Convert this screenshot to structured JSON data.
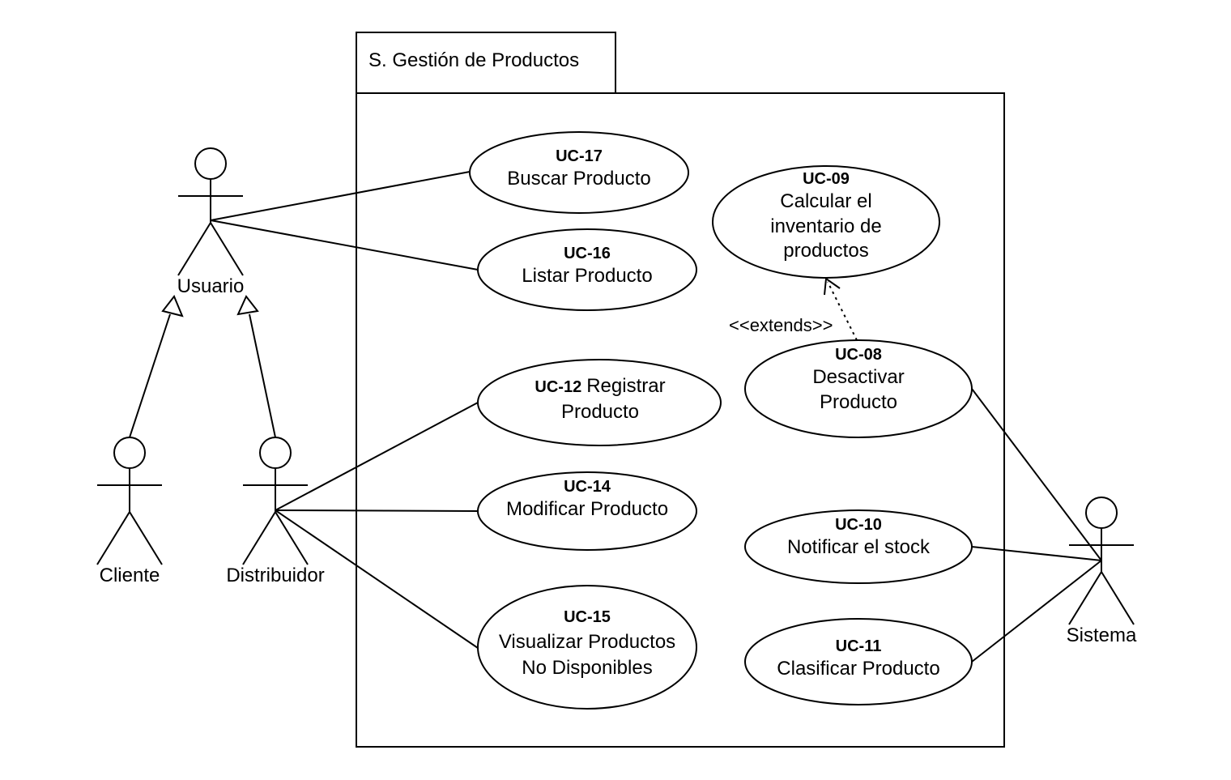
{
  "package": {
    "title": "S. Gestión de Productos"
  },
  "actors": {
    "usuario": {
      "label": "Usuario"
    },
    "cliente": {
      "label": "Cliente"
    },
    "distribuidor": {
      "label": "Distribuidor"
    },
    "sistema": {
      "label": "Sistema"
    }
  },
  "use_cases": {
    "uc17": {
      "id": "UC-17",
      "name": "Buscar Producto"
    },
    "uc16": {
      "id": "UC-16",
      "name": "Listar Producto"
    },
    "uc12": {
      "id": "UC-12",
      "name_line1": "Registrar",
      "name_line2": "Producto"
    },
    "uc14": {
      "id": "UC-14",
      "name": "Modificar Producto"
    },
    "uc15": {
      "id": "UC-15",
      "name_line1": "Visualizar Productos",
      "name_line2": "No Disponibles"
    },
    "uc09": {
      "id": "UC-09",
      "name_line1": "Calcular el",
      "name_line2": "inventario de",
      "name_line3": "productos"
    },
    "uc08": {
      "id": "UC-08",
      "name_line1": "Desactivar",
      "name_line2": "Producto"
    },
    "uc10": {
      "id": "UC-10",
      "name": "Notificar el stock"
    },
    "uc11": {
      "id": "UC-11",
      "name": "Clasificar Producto"
    }
  },
  "relations": {
    "extends_label": "<<extends>>"
  }
}
